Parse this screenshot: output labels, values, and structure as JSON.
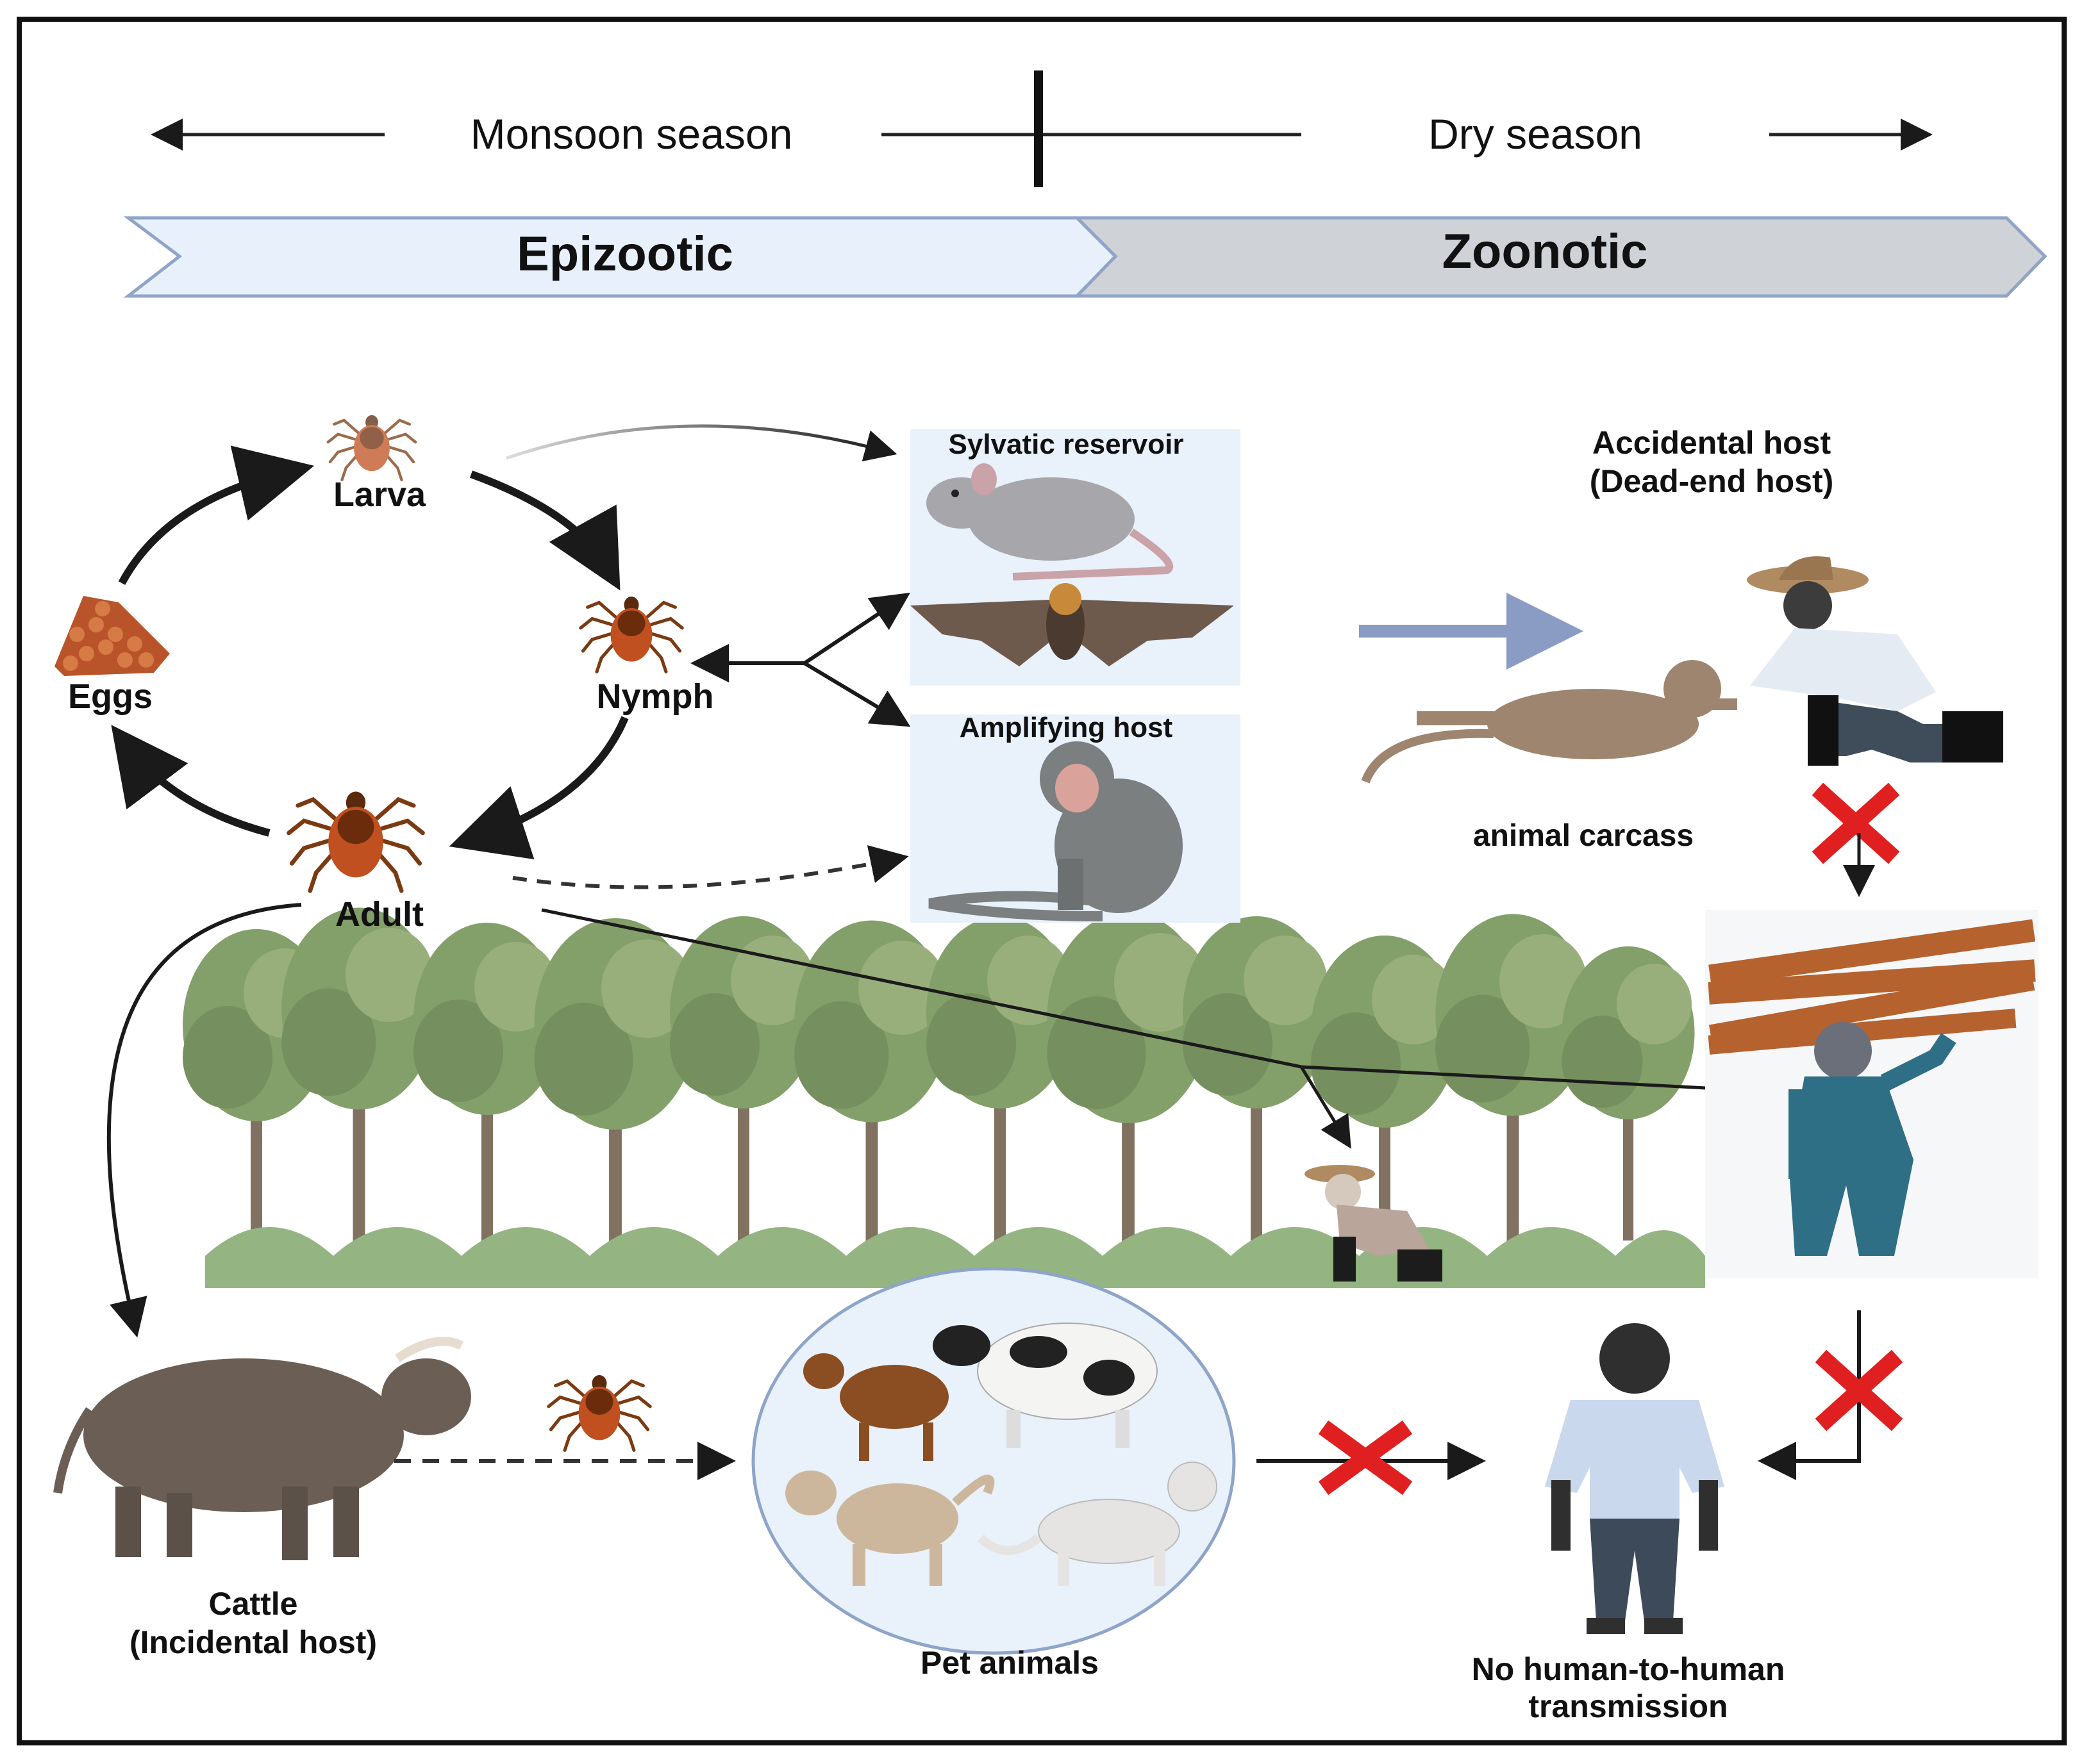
{
  "season": {
    "left": "Monsoon season",
    "right": "Dry season"
  },
  "phases": {
    "left": "Epizootic",
    "right": "Zoonotic"
  },
  "tick_cycle": {
    "larva": "Larva",
    "nymph": "Nymph",
    "adult": "Adult",
    "eggs": "Eggs"
  },
  "hosts": {
    "sylvatic": "Sylvatic reservoir",
    "amplifying": "Amplifying host",
    "accidental_line1": "Accidental host",
    "accidental_line2": "(Dead-end host)",
    "carcass": "animal carcass",
    "cattle_line1": "Cattle",
    "cattle_line2": "(Incidental host)",
    "pets": "Pet animals",
    "no_h2h_line1": "No human-to-human",
    "no_h2h_line2": "transmission"
  },
  "colors": {
    "epizootic_fill": "#e8f1fb",
    "zoonotic_fill": "#cfd2d6",
    "chevron_stroke": "#8ea4c8",
    "arrow": "#1a1a1a",
    "blue_arrow": "#8a9bc4",
    "cross": "#e02020",
    "tick_body": "#b5481c",
    "foliage": "#7f9a62"
  },
  "icons": [
    "tick-icon",
    "eggs-icon",
    "rat-icon",
    "bat-icon",
    "monkey-icon",
    "farmer-icon",
    "carcass-icon",
    "wood-carrier-icon",
    "cattle-icon",
    "goat-icon",
    "cow-icon",
    "dog-icon",
    "cat-icon",
    "person-icon",
    "forest-icon",
    "cross-icon"
  ]
}
